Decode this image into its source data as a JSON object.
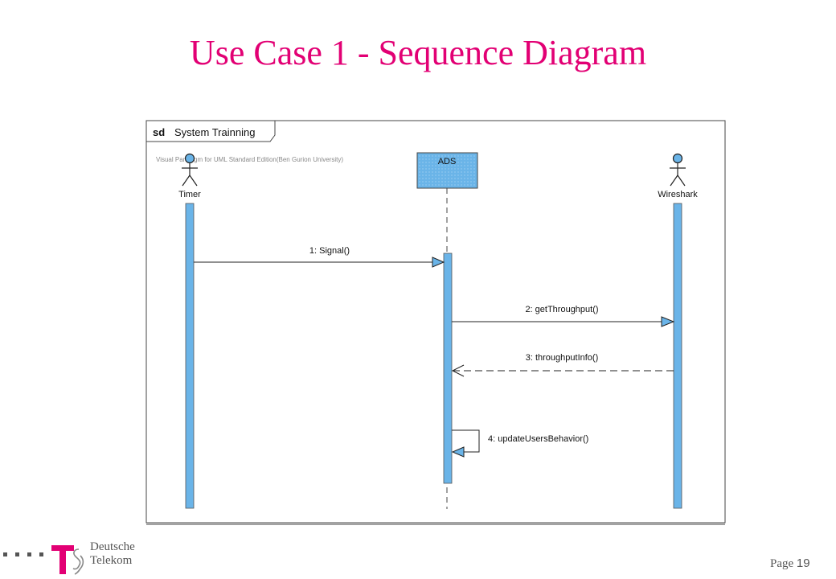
{
  "slide": {
    "title": "Use Case 1 - Sequence Diagram"
  },
  "diagram": {
    "frame_keyword": "sd",
    "frame_name": "System Trainning",
    "watermark": "Visual Paradigm for UML Standard Edition(Ben Gurion University)",
    "lifelines": [
      {
        "id": "timer",
        "label": "Timer",
        "kind": "actor"
      },
      {
        "id": "ads",
        "label": "ADS",
        "kind": "object"
      },
      {
        "id": "wireshark",
        "label": "Wireshark",
        "kind": "actor"
      }
    ],
    "messages": [
      {
        "label": "1: Signal()",
        "from": "timer",
        "to": "ads",
        "style": "solid"
      },
      {
        "label": "2: getThroughput()",
        "from": "ads",
        "to": "wireshark",
        "style": "solid"
      },
      {
        "label": "3: throughputInfo()",
        "from": "wireshark",
        "to": "ads",
        "style": "dashed-return"
      },
      {
        "label": "4: updateUsersBehavior()",
        "from": "ads",
        "to": "ads",
        "style": "self"
      }
    ]
  },
  "footer": {
    "brand_line1": "Deutsche",
    "brand_line2": "Telekom",
    "page_label": "Page",
    "page_number": "19"
  },
  "colors": {
    "title": "#e20074",
    "activation": "#6ab4e8",
    "frame": "#444444"
  }
}
